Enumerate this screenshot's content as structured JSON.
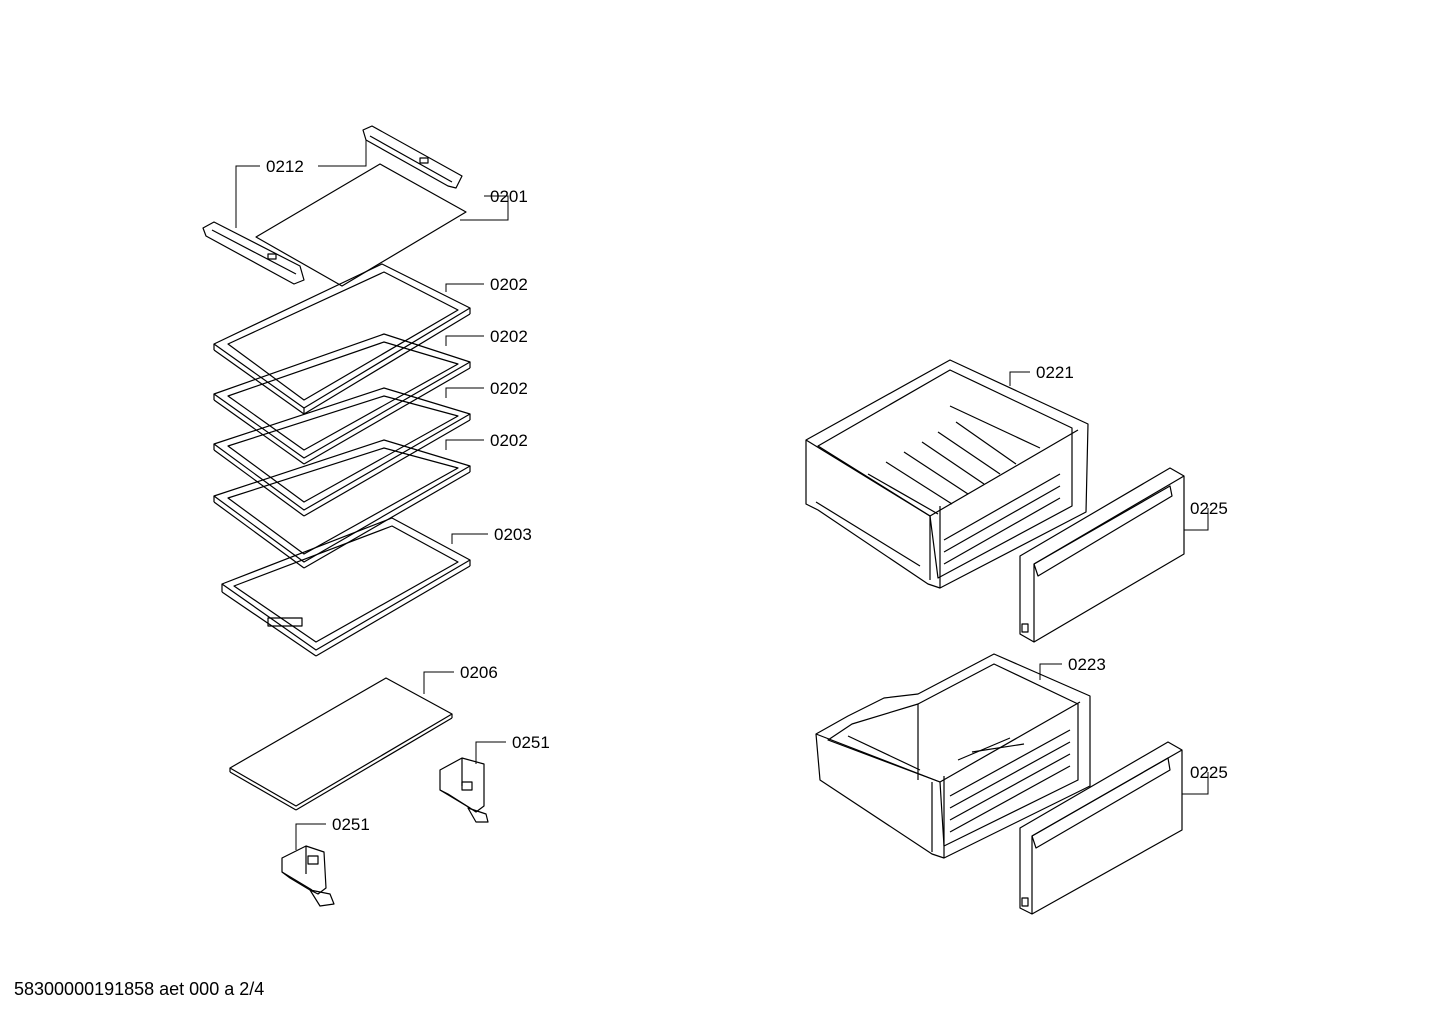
{
  "callouts": {
    "c0212": "0212",
    "c0201": "0201",
    "c0202a": "0202",
    "c0202b": "0202",
    "c0202c": "0202",
    "c0202d": "0202",
    "c0203": "0203",
    "c0206": "0206",
    "c0251a": "0251",
    "c0251b": "0251",
    "c0221": "0221",
    "c0225a": "0225",
    "c0223": "0223",
    "c0225b": "0225"
  },
  "footer": {
    "text": "58300000191858 aet 000 a 2/4"
  }
}
